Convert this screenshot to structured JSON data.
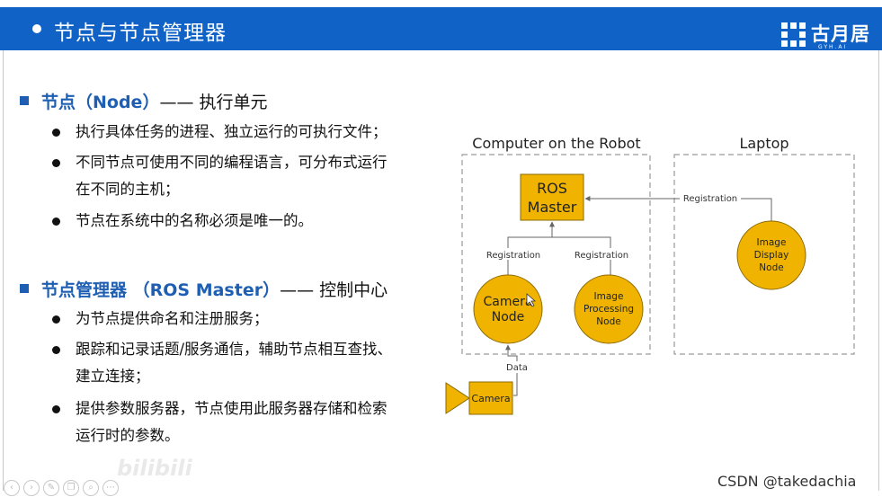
{
  "header": {
    "title": "节点与节点管理器",
    "logo_text": "古月居",
    "logo_sub": "GYH.AI",
    "bg_color": "#1062c6"
  },
  "section1": {
    "heading_bold": "节点（Node）",
    "heading_rest": "—— 执行单元",
    "bullets": [
      {
        "line1": "执行具体任务的进程、独立运行的可执行文件；"
      },
      {
        "line1": "不同节点可使用不同的编程语言，可分布式运行",
        "line2": "在不同的主机；"
      },
      {
        "line1": "节点在系统中的名称必须是唯一的。"
      }
    ]
  },
  "section2": {
    "heading_bold": "节点管理器 （ROS Master）",
    "heading_rest": "—— 控制中心",
    "bullets": [
      {
        "line1": "为节点提供命名和注册服务；"
      },
      {
        "line1": "跟踪和记录话题/服务通信，辅助节点相互查找、",
        "line2": "建立连接；"
      },
      {
        "line1": "提供参数服务器，节点使用此服务器存储和检索",
        "line2": "运行时的参数。"
      }
    ]
  },
  "diagram": {
    "robot_label": "Computer on the Robot",
    "laptop_label": "Laptop",
    "master_line1": "ROS",
    "master_line2": "Master",
    "reg_left": "Registration",
    "reg_mid": "Registration",
    "reg_laptop": "Registration",
    "camera_node_line1": "Camera",
    "camera_node_line2": "Node",
    "image_proc_line1": "Image",
    "image_proc_line2": "Processing",
    "image_proc_line3": "Node",
    "image_disp_line1": "Image",
    "image_disp_line2": "Display",
    "image_disp_line3": "Node",
    "data_label": "Data",
    "camera_label": "Camera",
    "node_color": "#f0b400"
  },
  "footer": {
    "watermark": "bilibili",
    "credit": "CSDN @takedachia"
  }
}
